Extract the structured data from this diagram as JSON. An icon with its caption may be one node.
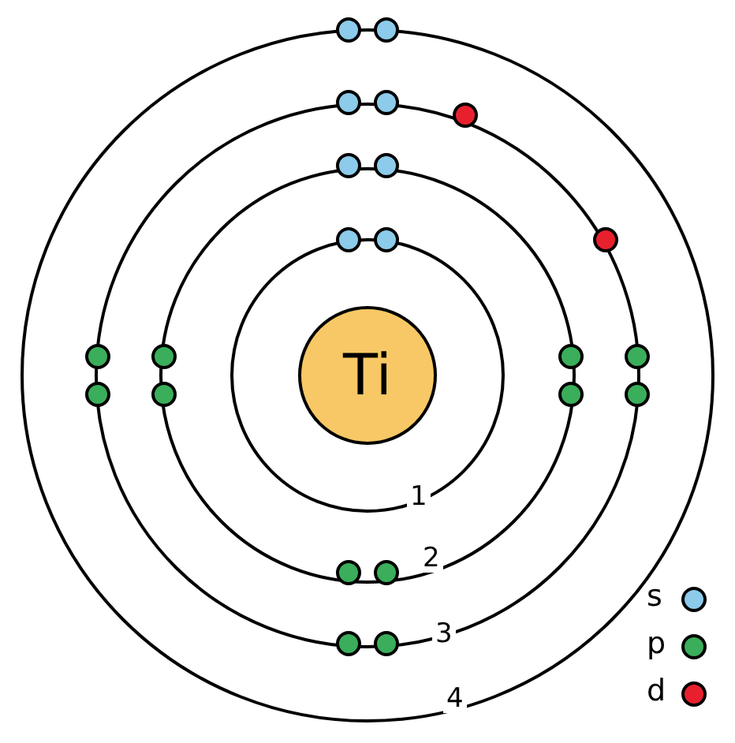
{
  "diagram": {
    "nodes": [
      {
        "text": [
          "Ti"
        ]
      }
    ],
    "labels": [
      "1",
      "2",
      "3",
      "4"
    ],
    "legend": [
      {
        "text": "s",
        "color": "#8ccbea"
      },
      {
        "text": "p",
        "color": "#3aae5a"
      },
      {
        "text": "d",
        "color": "#e8202e"
      }
    ]
  }
}
